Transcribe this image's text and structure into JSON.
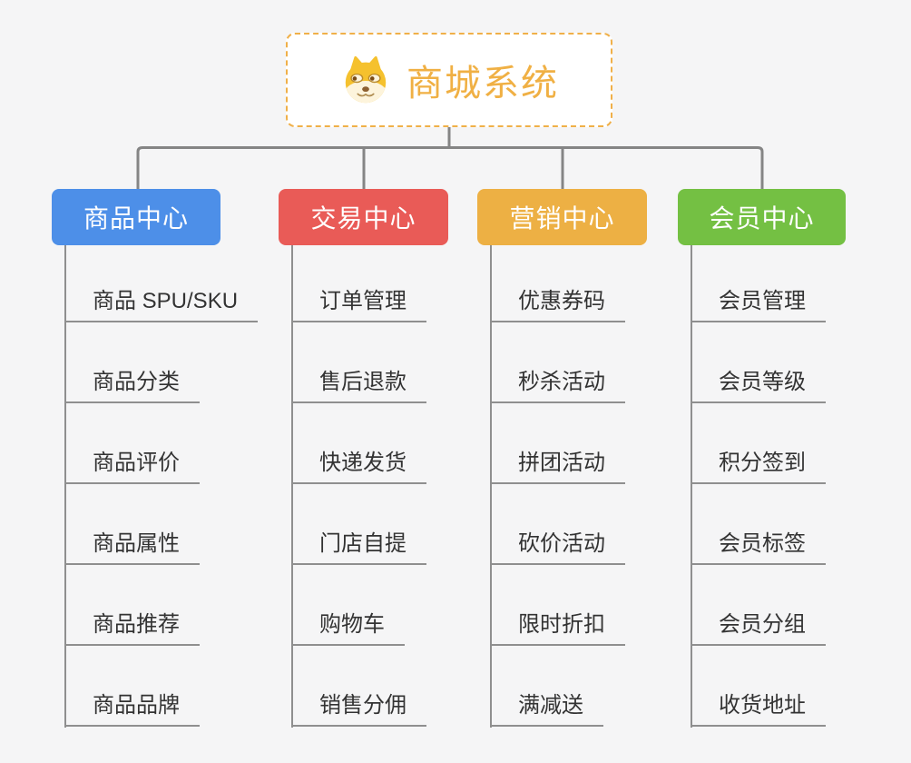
{
  "root": {
    "title": "商城系统",
    "icon": "shiba-dog-icon",
    "accent_color": "#f0b044"
  },
  "branches": [
    {
      "label": "商品中心",
      "color": "#4d8fe8",
      "children": [
        "商品 SPU/SKU",
        "商品分类",
        "商品评价",
        "商品属性",
        "商品推荐",
        "商品品牌"
      ]
    },
    {
      "label": "交易中心",
      "color": "#e95b57",
      "children": [
        "订单管理",
        "售后退款",
        "快递发货",
        "门店自提",
        "购物车",
        "销售分佣"
      ]
    },
    {
      "label": "营销中心",
      "color": "#edb044",
      "children": [
        "优惠券码",
        "秒杀活动",
        "拼团活动",
        "砍价活动",
        "限时折扣",
        "满减送"
      ]
    },
    {
      "label": "会员中心",
      "color": "#74c043",
      "children": [
        "会员管理",
        "会员等级",
        "积分签到",
        "会员标签",
        "会员分组",
        "收货地址"
      ]
    }
  ],
  "line_color": "#8a8a8a"
}
